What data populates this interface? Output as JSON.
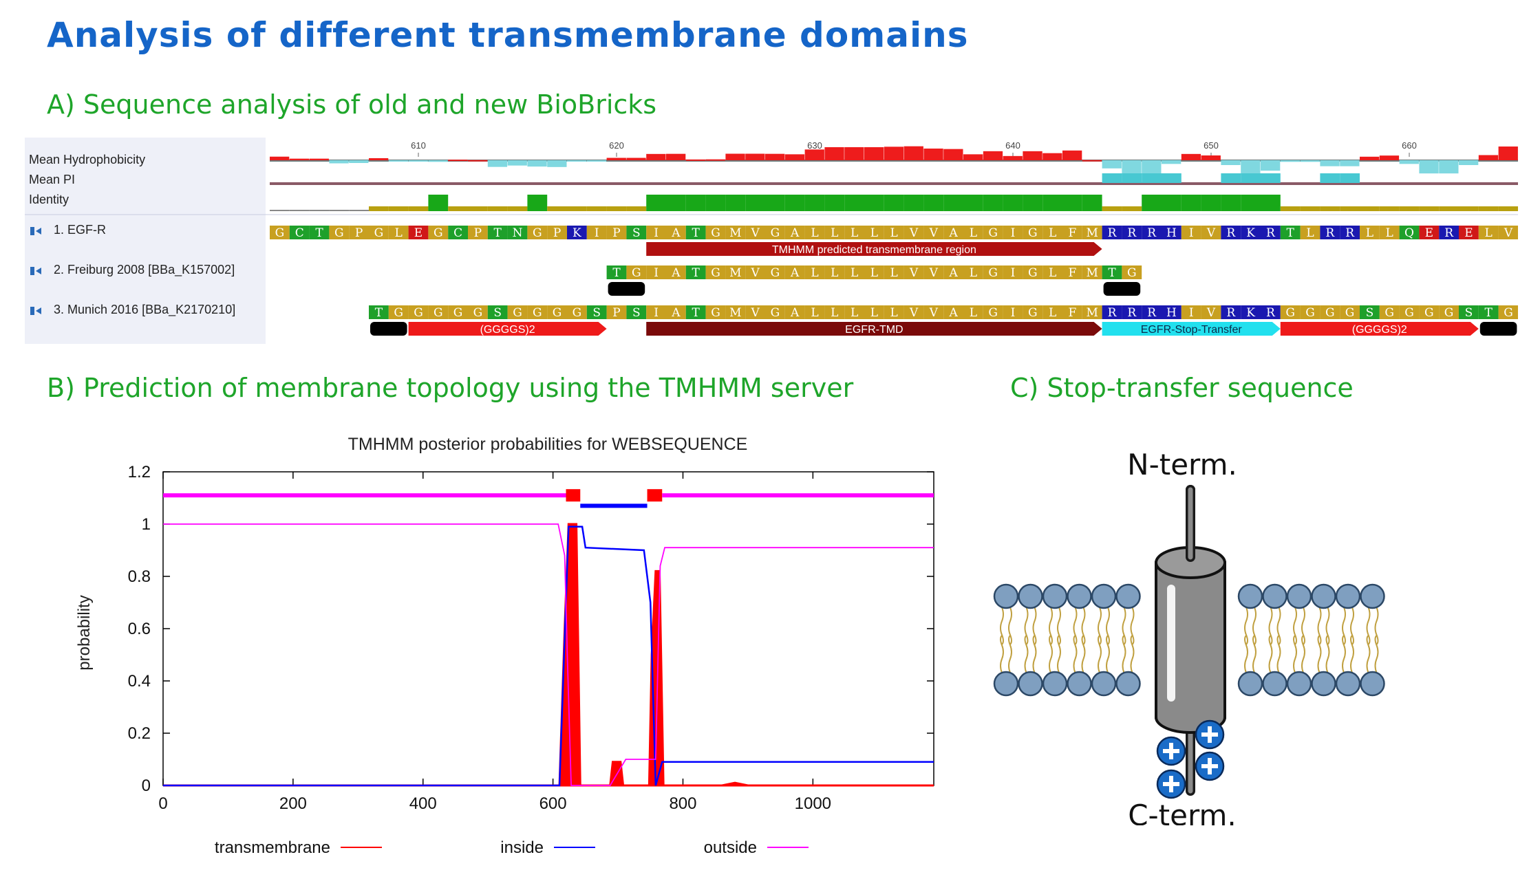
{
  "page_title": "Analysis of different transmembrane domains",
  "sections": {
    "a": "A) Sequence analysis of old and new BioBricks",
    "b": "B) Prediction of membrane topology using the TMHMM server",
    "c": "C) Stop-transfer sequence"
  },
  "alignment": {
    "ruler_ticks": [
      "610",
      "620",
      "630",
      "640",
      "650",
      "660"
    ],
    "track_labels": [
      "Mean Hydrophobicity",
      "Mean PI",
      "Identity"
    ],
    "sequences": [
      {
        "label": "1. EGF-R",
        "start": 0,
        "residues": "GCTGPGLEGCPTNGPKIPSIATGMVGALLLLLVVALGIGLFMRRRHIVRKRTLRRLLQERELV",
        "annotations": [
          {
            "label": "TMHMM predicted transmembrane region",
            "start": 19,
            "end": 42,
            "color": "#b01010",
            "style": "arrow"
          }
        ]
      },
      {
        "label": "2. Freiburg 2008 [BBa_K157002]",
        "start": 17,
        "residues": "TGIATGMVGALLLLLVVALGIGLFMTG",
        "annotations": [
          {
            "label": "",
            "start": 17,
            "end": 19,
            "color": "#000000",
            "style": "block"
          },
          {
            "label": "",
            "start": 42,
            "end": 44,
            "color": "#000000",
            "style": "block"
          }
        ]
      },
      {
        "label": "3. Munich 2016 [BBa_K2170210]",
        "start": 5,
        "residues": "TGGGGGSGGGGSPSIATGMVGALLLLLVVALGIGLFMRRRHIVRKRGGGGSGGGGSTG",
        "annotations": [
          {
            "label": "",
            "start": 5,
            "end": 7,
            "color": "#000000",
            "style": "block"
          },
          {
            "label": "(GGGGS)2",
            "start": 7,
            "end": 17,
            "color": "#ee1a1a",
            "style": "arrow"
          },
          {
            "label": "EGFR-TMD",
            "start": 19,
            "end": 42,
            "color": "#7a0a0a",
            "style": "arrow"
          },
          {
            "label": "EGFR-Stop-Transfer",
            "start": 42,
            "end": 51,
            "color": "#22e0ee",
            "style": "arrow"
          },
          {
            "label": "(GGGGS)2",
            "start": 51,
            "end": 61,
            "color": "#ee1a1a",
            "style": "arrow"
          },
          {
            "label": "",
            "start": 61,
            "end": 63,
            "color": "#000000",
            "style": "block"
          }
        ]
      }
    ],
    "colors": {
      "hydrophobic": "#c8a020",
      "polar": "#1ea02a",
      "basic": "#1a18b0",
      "acidic": "#d01818",
      "identity": "#18a818"
    }
  },
  "chart_data": {
    "type": "line",
    "title": "TMHMM posterior probabilities for WEBSEQUENCE",
    "xlabel": "",
    "ylabel": "probability",
    "xlim": [
      0,
      1186
    ],
    "ylim": [
      0,
      1.2
    ],
    "x_ticks": [
      "0",
      "200",
      "400",
      "600",
      "800",
      "1000"
    ],
    "y_ticks": [
      "0",
      "0.2",
      "0.4",
      "0.6",
      "0.8",
      "1",
      "1.2"
    ],
    "series": [
      {
        "name": "transmembrane",
        "color": "#ff0000",
        "points": [
          [
            0,
            0
          ],
          [
            610,
            0
          ],
          [
            618,
            0.6
          ],
          [
            624,
            1.0
          ],
          [
            636,
            1.0
          ],
          [
            642,
            0
          ],
          [
            688,
            0
          ],
          [
            692,
            0.09
          ],
          [
            704,
            0.09
          ],
          [
            708,
            0
          ],
          [
            748,
            0
          ],
          [
            752,
            0.5
          ],
          [
            758,
            0.82
          ],
          [
            764,
            0.82
          ],
          [
            770,
            0
          ],
          [
            860,
            0
          ],
          [
            880,
            0.01
          ],
          [
            900,
            0
          ],
          [
            1186,
            0
          ]
        ]
      },
      {
        "name": "inside",
        "color": "#0000ff",
        "points": [
          [
            0,
            0
          ],
          [
            610,
            0
          ],
          [
            624,
            0.99
          ],
          [
            645,
            0.99
          ],
          [
            650,
            0.91
          ],
          [
            740,
            0.9
          ],
          [
            750,
            0.7
          ],
          [
            758,
            0
          ],
          [
            768,
            0.09
          ],
          [
            850,
            0.09
          ],
          [
            860,
            0.09
          ],
          [
            1186,
            0.09
          ]
        ]
      },
      {
        "name": "outside",
        "color": "#ff00ff",
        "points": [
          [
            0,
            1.0
          ],
          [
            608,
            1.0
          ],
          [
            618,
            0.88
          ],
          [
            622,
            0.5
          ],
          [
            628,
            0
          ],
          [
            688,
            0
          ],
          [
            712,
            0.1
          ],
          [
            748,
            0.1
          ],
          [
            758,
            0.1
          ],
          [
            765,
            0.84
          ],
          [
            772,
            0.91
          ],
          [
            1186,
            0.91
          ]
        ]
      }
    ],
    "topology_track": [
      {
        "class": "outside",
        "start": 0,
        "end": 620,
        "color": "#ff00ff"
      },
      {
        "class": "transmembrane",
        "start": 620,
        "end": 642,
        "color": "#ff0000"
      },
      {
        "class": "inside",
        "start": 642,
        "end": 745,
        "color": "#0000ff"
      },
      {
        "class": "transmembrane",
        "start": 745,
        "end": 768,
        "color": "#ff0000"
      },
      {
        "class": "outside",
        "start": 768,
        "end": 1186,
        "color": "#ff00ff"
      }
    ]
  },
  "diagram": {
    "n_term": "N-term.",
    "c_term": "C-term.",
    "charge_symbol": "+",
    "lipid_head_color": "#7f9fc0",
    "protein_color": "#8a8a8a",
    "charge_color": "#1a6cc8"
  }
}
